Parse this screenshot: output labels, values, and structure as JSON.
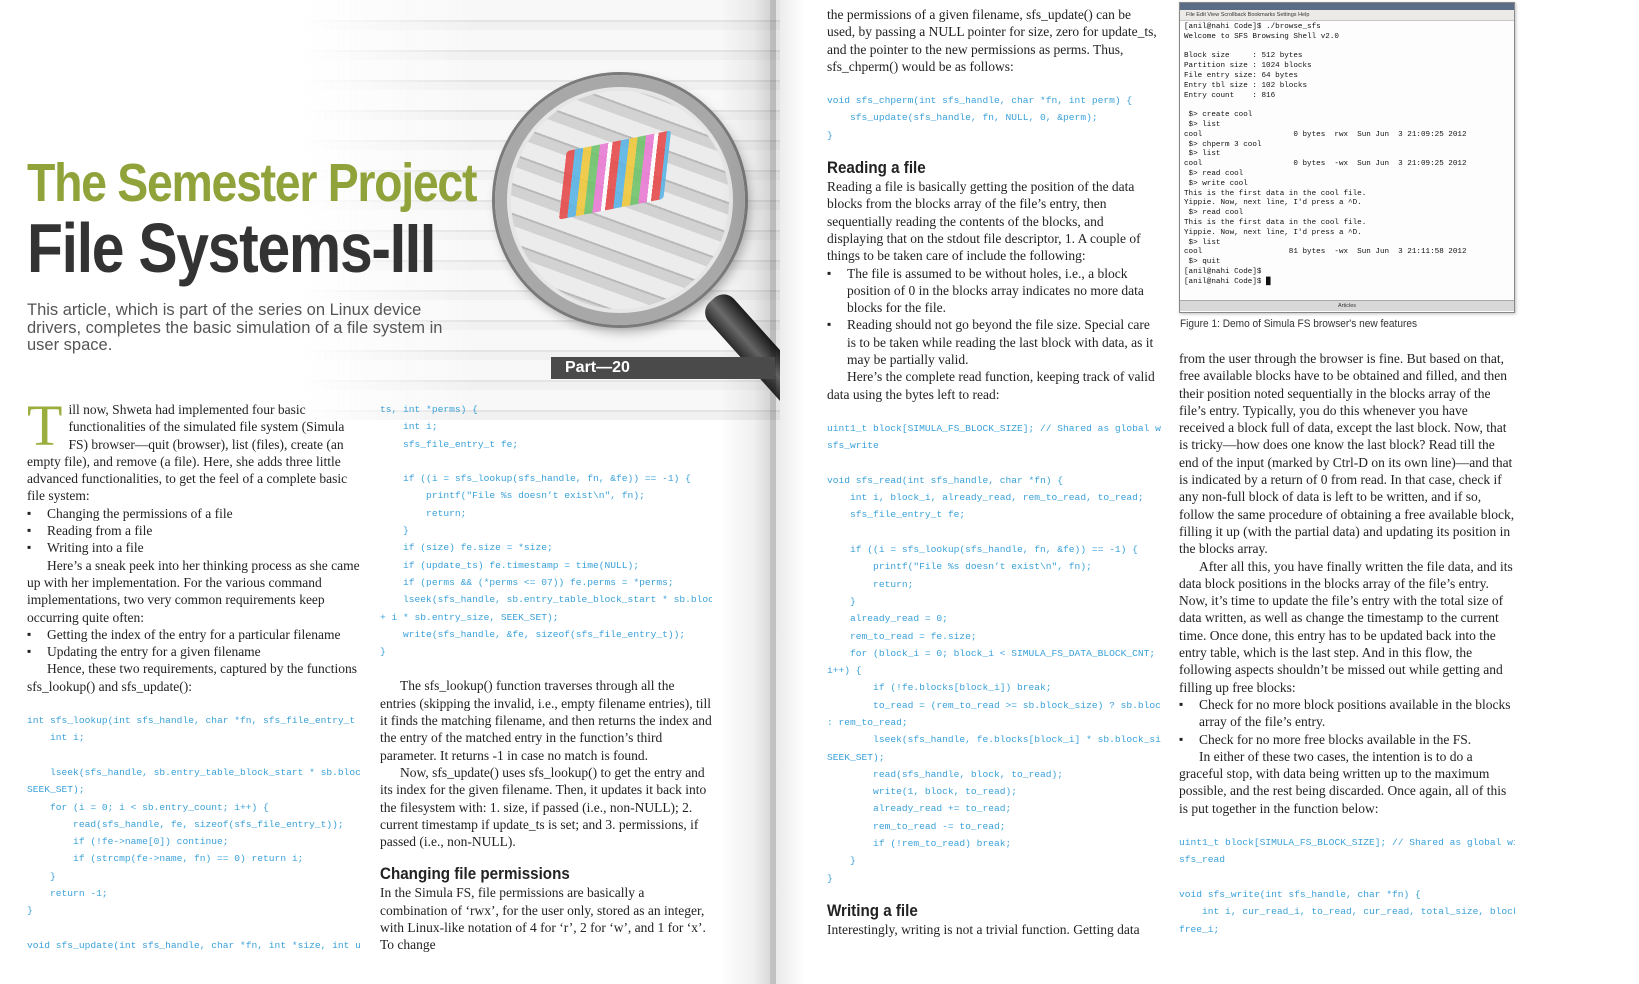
{
  "title": {
    "line1": "The Semester Project",
    "line2": "File Systems-III"
  },
  "deck": "This article, which is part of the series on Linux device drivers, completes the basic simulation of a file system in user space.",
  "part_tab": "Part—20",
  "col1": {
    "dropcap": "T",
    "intro": "ill now, Shweta had implemented four basic functionalities of the simulated file system (Simula FS) browser—quit (browser), list (files), create (an empty file), and remove (a file). Here, she adds three little advanced functionalities, to get the feel of a complete basic file system:",
    "bullets1": [
      "Changing the permissions of a file",
      "Reading from a file",
      "Writing into a file"
    ],
    "p2": "Here’s a sneak peek into her thinking process as she came up with her implementation. For the various command implementations, two very common requirements keep occurring quite often:",
    "bullets2": [
      "Getting the index of the entry for a particular filename",
      "Updating the entry for a given filename"
    ],
    "p3": "Hence, these two requirements, captured by the functions sfs_lookup() and sfs_update():",
    "code1": "int sfs_lookup(int sfs_handle, char *fn, sfs_file_entry_t *fe) {\n    int i;\n\n    lseek(sfs_handle, sb.entry_table_block_start * sb.block_size,\nSEEK_SET);\n    for (i = 0; i < sb.entry_count; i++) {\n        read(sfs_handle, fe, sizeof(sfs_file_entry_t));\n        if (!fe->name[0]) continue;\n        if (strcmp(fe->name, fn) == 0) return i;\n    }\n    return -1;\n}\n\nvoid sfs_update(int sfs_handle, char *fn, int *size, int update_"
  },
  "col2": {
    "code2": "ts, int *perms) {\n    int i;\n    sfs_file_entry_t fe;\n\n    if ((i = sfs_lookup(sfs_handle, fn, &fe)) == -1) {\n        printf(\"File %s doesn’t exist\\n\", fn);\n        return;\n    }\n    if (size) fe.size = *size;\n    if (update_ts) fe.timestamp = time(NULL);\n    if (perms && (*perms <= 07)) fe.perms = *perms;\n    lseek(sfs_handle, sb.entry_table_block_start * sb.block_size\n+ i * sb.entry_size, SEEK_SET);\n    write(sfs_handle, &fe, sizeof(sfs_file_entry_t));\n}",
    "p1": "The sfs_lookup() function traverses through all the entries (skipping the invalid, i.e., empty filename entries), till it finds the matching filename, and then returns the index and the entry of the matched entry in the function’s third parameter. It returns -1 in case no match is found.",
    "p2": "Now, sfs_update() uses sfs_lookup() to get the entry and its index for the given filename. Then, it updates it back into the filesystem with: 1. size, if passed (i.e., non-NULL); 2. current timestamp if update_ts is set; and 3. permissions, if passed (i.e., non-NULL).",
    "heading": "Changing file permissions",
    "p3": "In the Simula FS, file permissions are basically a combination of ‘rwx’, for the user only, stored as an integer, with Linux-like notation of 4 for ‘r’, 2 for ‘w’,  and 1 for ‘x’. To change"
  },
  "col3": {
    "p1": "the permissions of a given filename, sfs_update() can be used, by passing a NULL pointer for size, zero for update_ts, and the pointer to the new permissions as perms. Thus, sfs_chperm() would be as follows:",
    "code3": "void sfs_chperm(int sfs_handle, char *fn, int perm) {\n    sfs_update(sfs_handle, fn, NULL, 0, &perm);\n}",
    "heading1": "Reading a file",
    "p2": "Reading a file is basically getting the position of the data blocks from the blocks array of the file’s entry, then sequentially reading the contents of the blocks, and displaying that on the stdout file descriptor, 1. A couple of things to be taken care of include the following:",
    "bullets": [
      "The file is assumed to be without holes, i.e., a block position of 0 in the blocks array indicates no more data blocks for the file.",
      "Reading should not go beyond the file size. Special care is to be taken while reading the last block with data, as it may be partially valid."
    ],
    "p3": "Here’s the complete read function, keeping track of valid data using the bytes left to read:",
    "code4": "uint1_t block[SIMULA_FS_BLOCK_SIZE]; // Shared as global with\nsfs_write\n\nvoid sfs_read(int sfs_handle, char *fn) {\n    int i, block_i, already_read, rem_to_read, to_read;\n    sfs_file_entry_t fe;\n\n    if ((i = sfs_lookup(sfs_handle, fn, &fe)) == -1) {\n        printf(\"File %s doesn’t exist\\n\", fn);\n        return;\n    }\n    already_read = 0;\n    rem_to_read = fe.size;\n    for (block_i = 0; block_i < SIMULA_FS_DATA_BLOCK_CNT; block_\ni++) {\n        if (!fe.blocks[block_i]) break;\n        to_read = (rem_to_read >= sb.block_size) ? sb.block_size\n: rem_to_read;\n        lseek(sfs_handle, fe.blocks[block_i] * sb.block_size,\nSEEK_SET);\n        read(sfs_handle, block, to_read);\n        write(1, block, to_read);\n        already_read += to_read;\n        rem_to_read -= to_read;\n        if (!rem_to_read) break;\n    }\n}",
    "heading2": "Writing a file",
    "p4": "Interestingly, writing is not a trivial function. Getting data"
  },
  "figure": {
    "menubar": "File   Edit   View   Scrollback   Bookmarks   Settings   Help",
    "terminal": "[anil@nahi Code]$ ./browse_sfs\nWelcome to SFS Browsing Shell v2.0\n\nBlock size     : 512 bytes\nPartition size : 1024 blocks\nFile entry size: 64 bytes\nEntry tbl size : 102 blocks\nEntry count    : 816\n\n $> create cool\n $> list\ncool                    0 bytes  rwx  Sun Jun  3 21:09:25 2012\n $> chperm 3 cool\n $> list\ncool                    0 bytes  -wx  Sun Jun  3 21:09:25 2012\n $> read cool\n $> write cool\nThis is the first data in the cool file.\nYippie. Now, next line, I'd press a ^D.\n $> read cool\nThis is the first data in the cool file.\nYippie. Now, next line, I'd press a ^D.\n $> list\ncool                   81 bytes  -wx  Sun Jun  3 21:11:58 2012\n $> quit\n[anil@nahi Code]$\n[anil@nahi Code]$ █",
    "status": "Articles",
    "caption": "Figure 1: Demo of Simula FS browser's new features"
  },
  "col4": {
    "p1": "from the user through the browser is fine. But based on that, free available blocks have to be obtained and filled, and then their position noted sequentially in the blocks array of the file’s entry. Typically, you do this whenever you have received a block full of data, except the last block. Now, that is tricky—how does one know the last block? Read till the end of the input (marked by Ctrl-D on its own line)—and that is indicated by a return of 0 from read. In that case, check if any non-full block of data is left to be written, and if so, follow the same procedure of obtaining a free available block, filling it up (with the partial data) and updating its position in the blocks array.",
    "p2": "After all this, you have finally written the file data, and its data block positions in the blocks array of the file’s entry. Now, it’s time to update the file’s entry with the total size of data written, as well as change the timestamp to the current time. Once done, this entry has to be updated back into the entry table, which is the last step. And in this flow, the following aspects shouldn’t be missed out while getting and filling up free blocks:",
    "bullets": [
      "Check for no more block positions available in the blocks array of the file’s entry.",
      "Check for no more free blocks available in the FS."
    ],
    "p3": "In either of these two cases, the intention is to do a graceful stop, with data being written up to the maximum possible, and the rest being discarded. Once again, all of this is put together in the function below:",
    "code5": "uint1_t block[SIMULA_FS_BLOCK_SIZE]; // Shared as global with\nsfs_read\n\nvoid sfs_write(int sfs_handle, char *fn) {\n    int i, cur_read_i, to_read, cur_read, total_size, block_i,\nfree_i;"
  }
}
